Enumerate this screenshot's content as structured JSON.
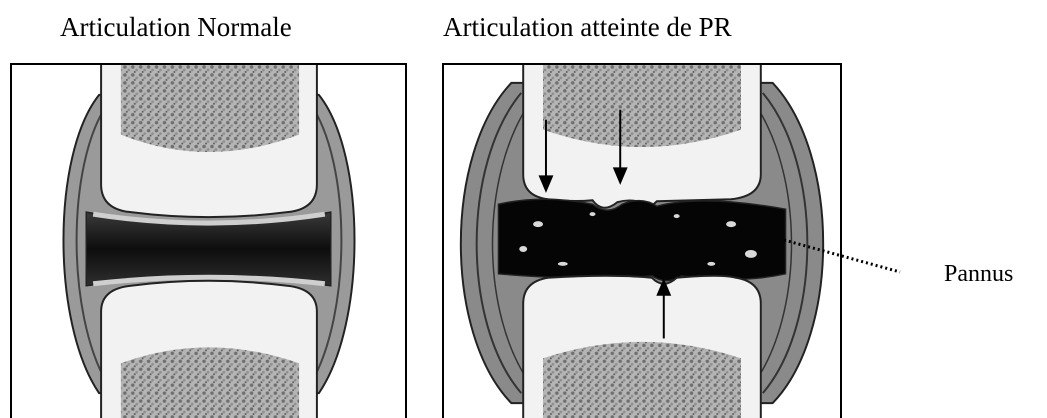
{
  "titles": {
    "normal": "Articulation Normale",
    "affected": "Articulation atteinte de PR"
  },
  "labels": {
    "pannus": "Pannus"
  },
  "colors": {
    "bone": "#f2f2f2",
    "marrow": "#8c8c8c",
    "capsule": "#7a7a7a",
    "cavity": "#1a1a1a",
    "pannus": "#000000"
  }
}
